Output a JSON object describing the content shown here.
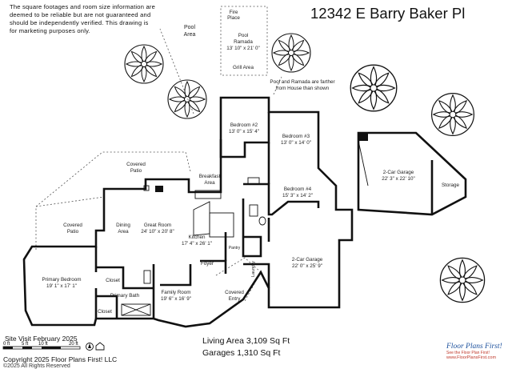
{
  "disclaimer": "The square footages and room size information are deemed to be reliable but are not guaranteed and should be independently verified. This drawing is for marketing purposes only.",
  "address": "12342 E Barry Baker Pl",
  "living_area": "Living Area 3,109 Sq Ft",
  "garages": "Garages 1,310 Sq Ft",
  "site_visit": "Site Visit February 2025",
  "copyright": "Copyright 2025 Floor Plans First! LLC",
  "rights": "©2025 All Rights Reserved",
  "scale_labels": [
    "0 ft",
    "5 ft",
    "10 ft",
    "20 ft"
  ],
  "logo": {
    "brand": "Floor Plans First!",
    "tagline": "See the Floor Plan First!",
    "url": "www.FloorPlansFirst.com"
  },
  "rooms": {
    "fire_place": [
      "Fire",
      "Place"
    ],
    "pool_area": [
      "Pool",
      "Area"
    ],
    "pool_ramada": [
      "Pool",
      "Ramada",
      "13' 10\" x 21' 0\""
    ],
    "grill_area": "Grill Area",
    "pool_note": [
      "Pool and Ramada are farther",
      "from House than shown"
    ],
    "bedroom2": [
      "Bedroom #2",
      "13' 0\" x 15' 4\""
    ],
    "bedroom3": [
      "Bedroom #3",
      "13' 0\" x 14' 0\""
    ],
    "bedroom4": [
      "Bedroom #4",
      "15' 3\" x 14' 2\""
    ],
    "garage_right": [
      "2-Car Garage",
      "22' 3\" x 22' 10\""
    ],
    "storage": "Storage",
    "covered_patio_top": [
      "Covered",
      "Patio"
    ],
    "breakfast_area": [
      "Breakfast",
      "Area"
    ],
    "covered_patio_left": [
      "Covered",
      "Patio"
    ],
    "dining_area": [
      "Dining",
      "Area"
    ],
    "great_room": [
      "Great Room",
      "24' 10\" x 20' 8\""
    ],
    "kitchen": [
      "Kitchen",
      "17' 4\" x 26' 1\""
    ],
    "pantry": "Pantry",
    "laundry": "Laundry",
    "garage_center": [
      "2-Car Garage",
      "22' 0\" x 25' 9\""
    ],
    "foyer": "Foyer",
    "covered_entry": [
      "Covered",
      "Entry"
    ],
    "family_room": [
      "Family Room",
      "19' 6\" x 16' 9\""
    ],
    "primary_bedroom": [
      "Primary Bedroom",
      "19' 1\" x 17' 1\""
    ],
    "closet_top": "Closet",
    "primary_bath": "Primary Bath",
    "closet_bottom": "Closet"
  }
}
